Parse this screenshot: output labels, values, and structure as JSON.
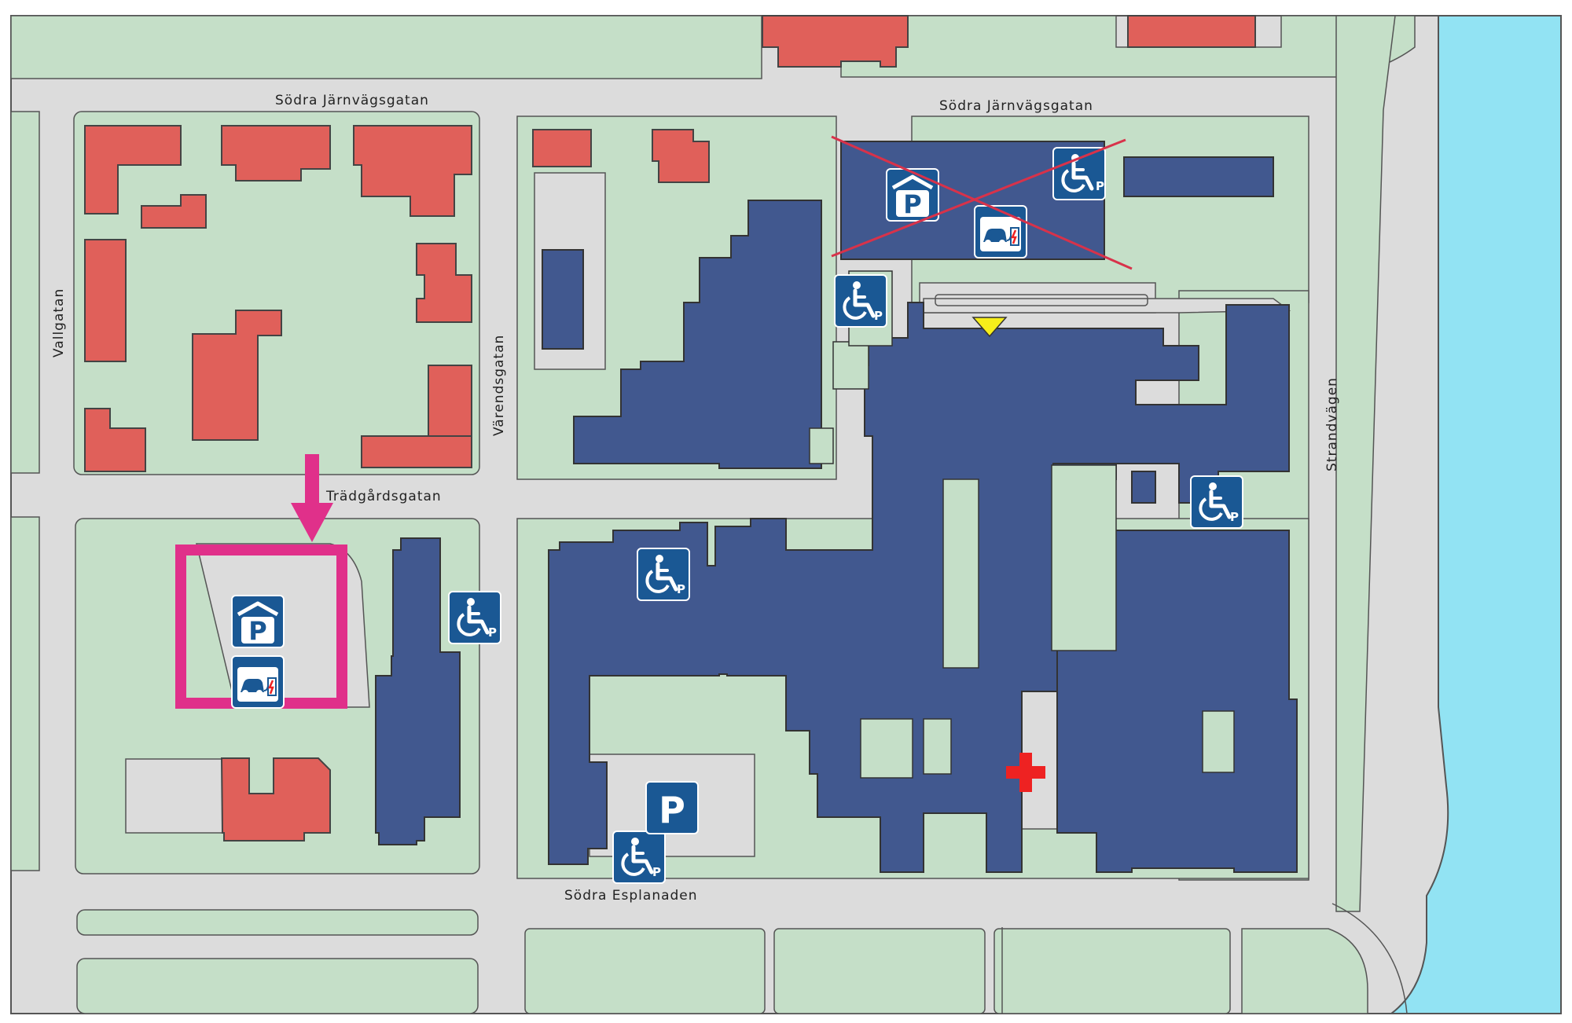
{
  "map": {
    "streets": {
      "sodra_jarnvagsgatan_west": "Södra Järnvägsgatan",
      "sodra_jarnvagsgatan_east": "Södra Järnvägsgatan",
      "vallgatan": "Vallgatan",
      "varendsgatan": "Värendsgatan",
      "tradgardsgatan": "Trädgårdsgatan",
      "strandvagen": "Strandvägen",
      "sodra_esplanaden": "Södra Esplanaden"
    },
    "signs": {
      "parking_letter": "P",
      "accessible_parking_letter": "P"
    },
    "colors": {
      "road": "#dcdcdc",
      "green": "#c5dfc8",
      "residential": "#e0605a",
      "hospital": "#41588f",
      "water": "#92e3f3",
      "highlight": "#e0308a",
      "sign_blue": "#1a5894",
      "cross": "#ee2222",
      "entrance_marker": "#f6ee1a",
      "closed_cross": "#d8324a"
    },
    "legend_icons": [
      "parking-garage-icon",
      "ev-charging-icon",
      "accessible-parking-icon",
      "parking-icon",
      "hospital-cross-icon",
      "main-entrance-marker-icon",
      "closed-cross-icon",
      "down-arrow-icon"
    ]
  }
}
